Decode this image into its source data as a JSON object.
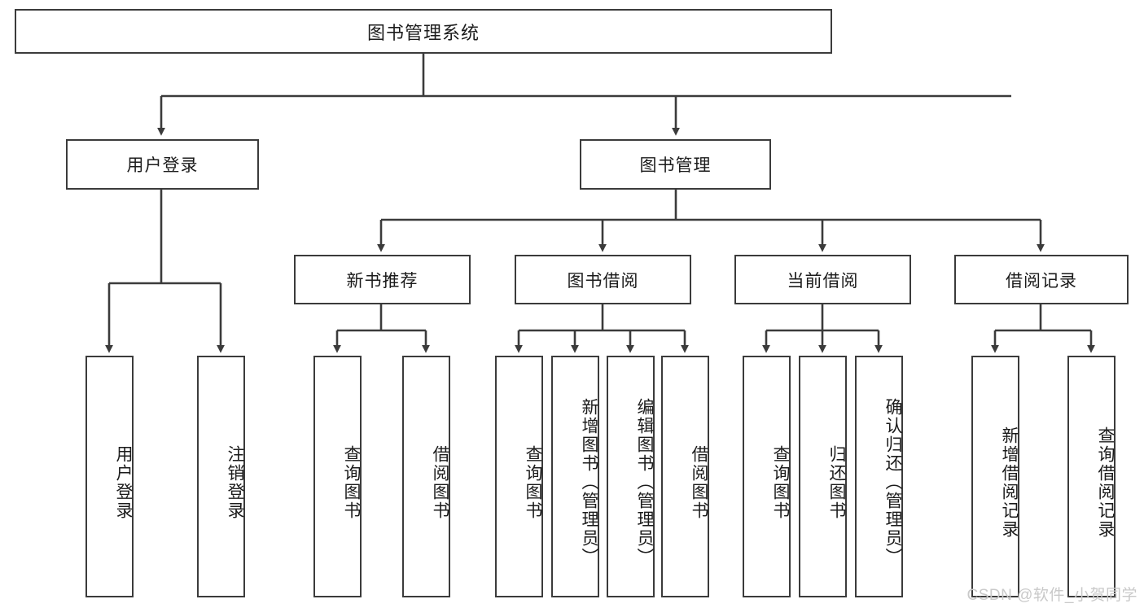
{
  "diagram": {
    "title": "图书管理系统",
    "watermark": "CSDN @软件_小贺同学",
    "colors": {
      "box_border": "#3b3b3b",
      "box_fill": "#ffffff",
      "line": "#3b3b3b",
      "text": "#1b1b1b",
      "watermark": "#c9c9c9"
    },
    "levels": {
      "root": {
        "label": "图书管理系统"
      },
      "level2": [
        {
          "label": "用户登录"
        },
        {
          "label": "图书管理"
        }
      ],
      "level3": [
        {
          "label": "新书推荐"
        },
        {
          "label": "图书借阅"
        },
        {
          "label": "当前借阅"
        },
        {
          "label": "借阅记录"
        }
      ],
      "leaves_user_login": [
        {
          "label": "用户登录"
        },
        {
          "label": "注销登录"
        }
      ],
      "leaves_new_book": [
        {
          "label": "查询图书"
        },
        {
          "label": "借阅图书"
        }
      ],
      "leaves_borrow": [
        {
          "label": "查询图书"
        },
        {
          "label": "新增图书（管理员）"
        },
        {
          "label": "编辑图书（管理员）"
        },
        {
          "label": "借阅图书"
        }
      ],
      "leaves_current": [
        {
          "label": "查询图书"
        },
        {
          "label": "归还图书"
        },
        {
          "label": "确认归还（管理员）"
        }
      ],
      "leaves_records": [
        {
          "label": "新增借阅记录"
        },
        {
          "label": "查询借阅记录"
        }
      ]
    }
  }
}
